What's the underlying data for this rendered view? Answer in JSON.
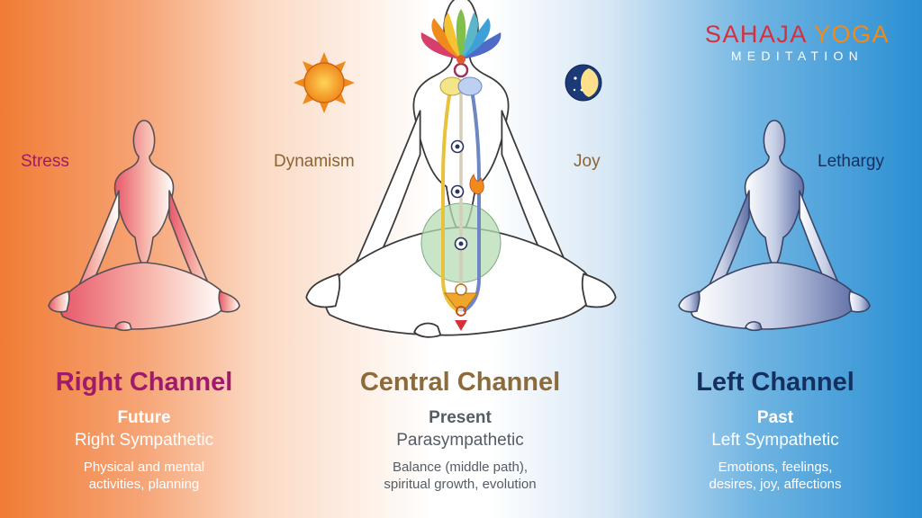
{
  "brand": {
    "word1": "SAHAJA",
    "word2": "YOGA",
    "subtitle": "MEDITATION"
  },
  "labels": {
    "stress": "Stress",
    "dynamism": "Dynamism",
    "joy": "Joy",
    "lethargy": "Lethargy"
  },
  "icons": [
    "sun-icon",
    "moon-icon",
    "sahasrara-lotus-icon"
  ],
  "colors": {
    "right": "#a0196c",
    "central": "#8d6a3a",
    "left": "#15305f",
    "gradient_left": "#f07c35",
    "gradient_right": "#2a8fd3"
  },
  "channels": {
    "right": {
      "title": "Right Channel",
      "time": "Future",
      "system": "Right Sympathetic",
      "description": "Physical and mental\nactivities, planning"
    },
    "central": {
      "title": "Central Channel",
      "time": "Present",
      "system": "Parasympathetic",
      "description": "Balance (middle path),\nspiritual growth, evolution"
    },
    "left": {
      "title": "Left Channel",
      "time": "Past",
      "system": "Left Sympathetic",
      "description": "Emotions, feelings,\ndesires, joy, affections"
    }
  }
}
